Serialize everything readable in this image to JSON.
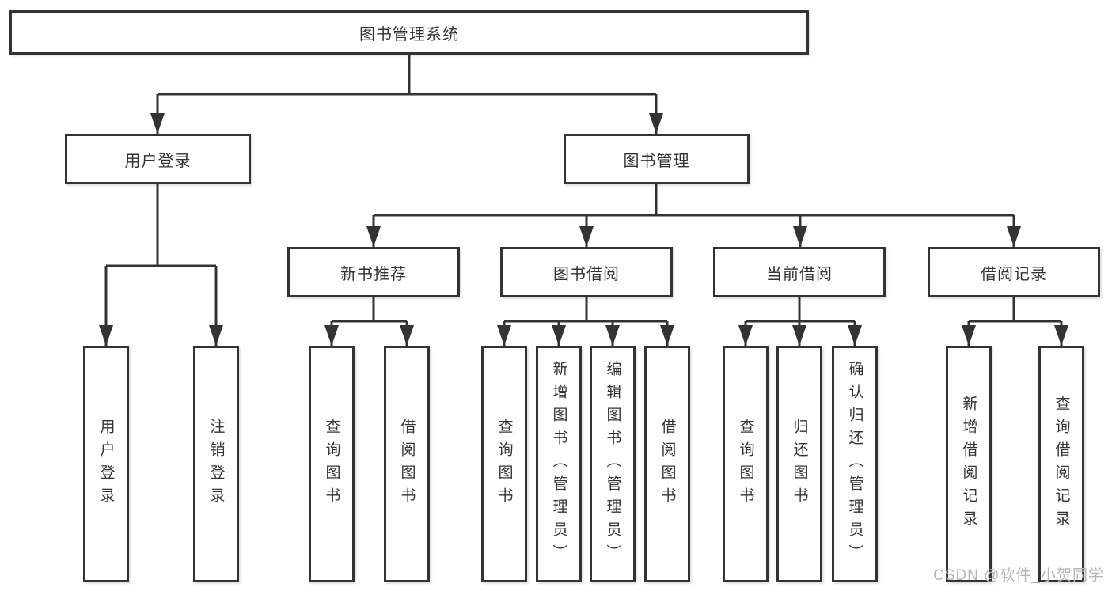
{
  "diagram": {
    "root": {
      "label": "图书管理系统"
    },
    "level2": [
      {
        "label": "用户登录"
      },
      {
        "label": "图书管理"
      }
    ],
    "level3": [
      {
        "label": "新书推荐"
      },
      {
        "label": "图书借阅"
      },
      {
        "label": "当前借阅"
      },
      {
        "label": "借阅记录"
      }
    ],
    "leaves": [
      {
        "label": "用户登录"
      },
      {
        "label": "注销登录"
      },
      {
        "label": "查询图书"
      },
      {
        "label": "借阅图书"
      },
      {
        "label": "查询图书"
      },
      {
        "label": "新增图书（管理员）"
      },
      {
        "label": "编辑图书（管理员）"
      },
      {
        "label": "借阅图书"
      },
      {
        "label": "查询图书"
      },
      {
        "label": "归还图书"
      },
      {
        "label": "确认归还（管理员）"
      },
      {
        "label": "新增借阅记录"
      },
      {
        "label": "查询借阅记录"
      }
    ],
    "watermark": "CSDN @软件_小贺同学",
    "colors": {
      "line": "#333333",
      "box_border": "#333333",
      "box_fill": "#ffffff",
      "text": "#333333",
      "watermark": "#b5b5b5",
      "background": "#ffffff"
    }
  }
}
